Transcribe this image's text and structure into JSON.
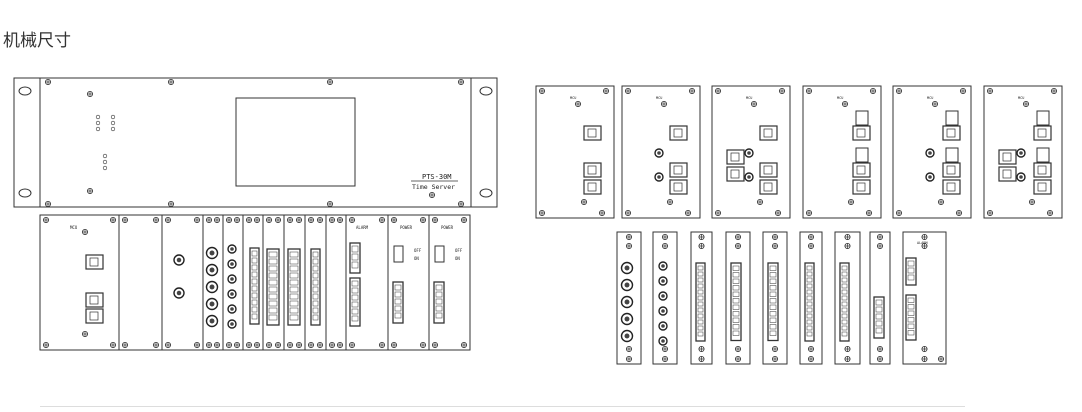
{
  "title": "机械尺寸",
  "chassis": {
    "model": "PTS-30M",
    "name": "Time Server"
  },
  "module_labels": {
    "mcu": "MCU",
    "alarm": "ALARM",
    "power": "POWER",
    "off": "OFF",
    "on": "ON"
  }
}
